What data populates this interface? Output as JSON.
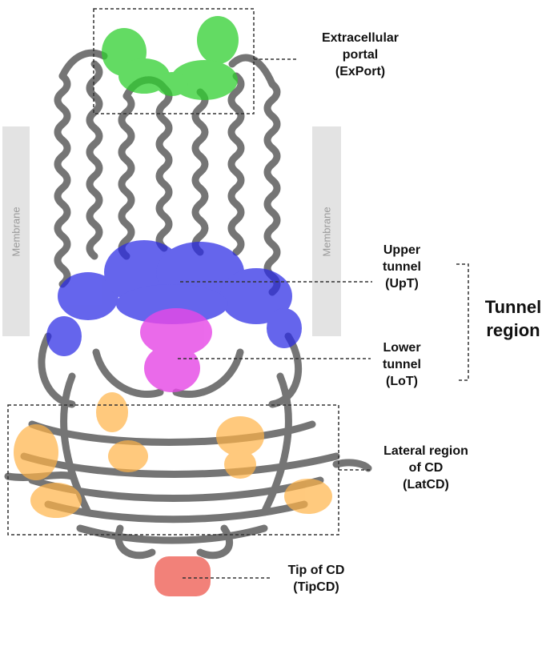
{
  "membrane": {
    "left_label": "Membrane",
    "right_label": "Membrane",
    "color": "#e3e3e3"
  },
  "labels": {
    "export": [
      "Extracellular",
      "portal",
      "(ExPort)"
    ],
    "upt": [
      "Upper",
      "tunnel",
      "(UpT)"
    ],
    "lot": [
      "Lower",
      "tunnel",
      "(LoT)"
    ],
    "tunnel_region": [
      "Tunnel",
      "region"
    ],
    "latcd": [
      "Lateral region",
      "of CD",
      "(LatCD)"
    ],
    "tipcd": [
      "Tip of CD",
      "(TipCD)"
    ]
  },
  "colors": {
    "protein": "#6e6e6e",
    "export_surface": "#2fcf2f",
    "upt_surface": "#2a2ae6",
    "lot_surface": "#e64ae6",
    "latcd_surface": "#ffb347",
    "tipcd_surface": "#f06b62"
  }
}
